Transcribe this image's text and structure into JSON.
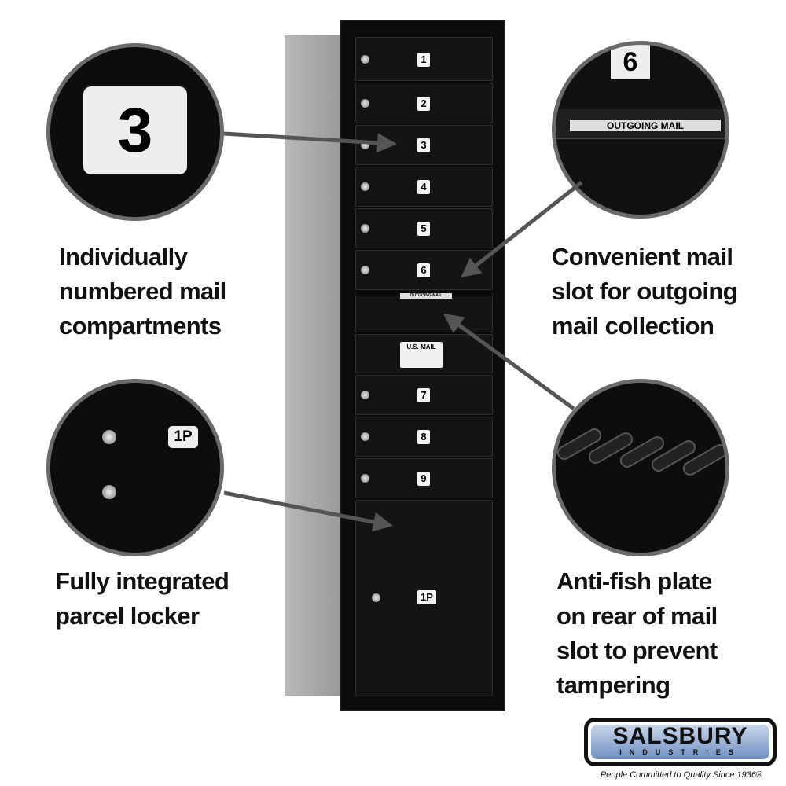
{
  "captions": {
    "numbered": [
      "Individually",
      "numbered mail",
      "compartments"
    ],
    "outgoing": [
      "Convenient mail",
      "slot for outgoing",
      "mail collection"
    ],
    "parcel": [
      "Fully integrated",
      "parcel locker"
    ],
    "antifish": [
      "Anti-fish plate",
      "on rear of mail",
      "slot to prevent",
      "tampering"
    ]
  },
  "mailbox": {
    "doors": [
      "1",
      "2",
      "3",
      "4",
      "5",
      "6",
      "7",
      "8",
      "9"
    ],
    "outgoing_label": "OUTGOING MAIL",
    "usmail_label": "U.S. MAIL",
    "parcel_label": "1P"
  },
  "insets": {
    "number": "3",
    "slot_number": "6",
    "slot_label": "OUTGOING MAIL",
    "parcel_label": "1P"
  },
  "logo": {
    "brand": "SALSBURY",
    "sub": "INDUSTRIES",
    "tagline": "People Committed to Quality Since 1936®"
  }
}
